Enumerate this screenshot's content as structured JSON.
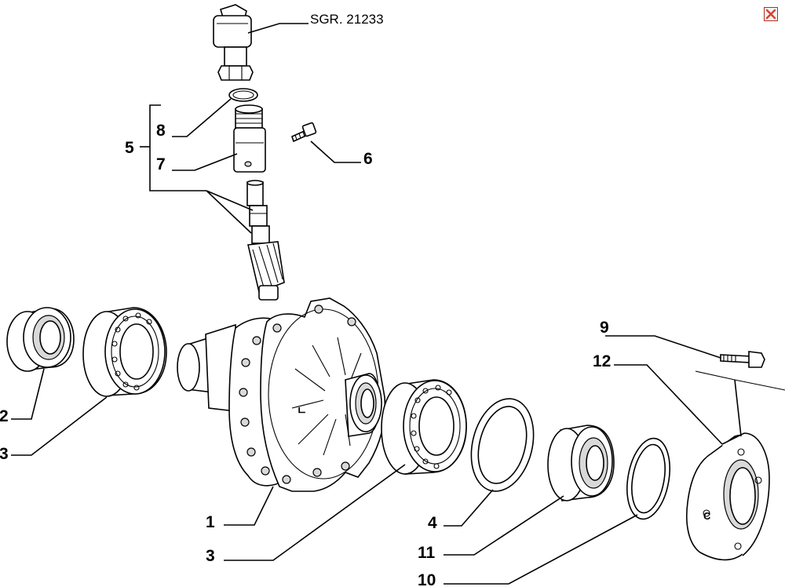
{
  "toolbar": {
    "close_icon": "close-icon",
    "close_color": "#d8412f"
  },
  "diagram": {
    "reference": "SGR. 21233",
    "labels": {
      "p1": "1",
      "p2": "2",
      "p3_left": "3",
      "p3_bottom": "3",
      "p4": "4",
      "p5": "5",
      "p6": "6",
      "p7": "7",
      "p8": "8",
      "p9": "9",
      "p10": "10",
      "p11": "11",
      "p12": "12"
    }
  }
}
